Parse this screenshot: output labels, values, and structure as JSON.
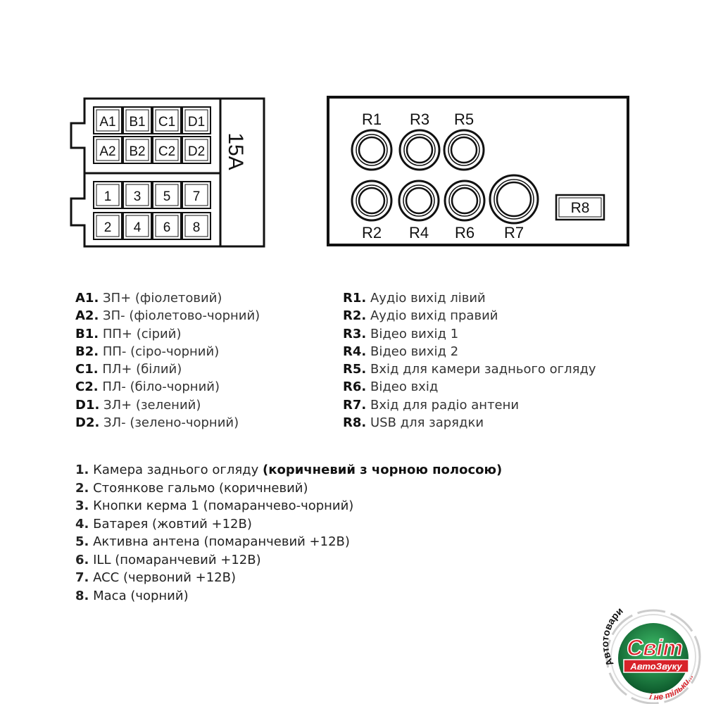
{
  "iso_connector": {
    "fuse_label": "15A",
    "top_pins": [
      "A1",
      "B1",
      "C1",
      "D1",
      "A2",
      "B2",
      "C2",
      "D2"
    ],
    "bottom_pins": [
      "1",
      "3",
      "5",
      "7",
      "2",
      "4",
      "6",
      "8"
    ]
  },
  "rca_panel": {
    "top_labels": [
      "R1",
      "R3",
      "R5"
    ],
    "bottom_labels": [
      "R2",
      "R4",
      "R6",
      "R7"
    ],
    "usb_label": "R8"
  },
  "legend_left": [
    {
      "code": "A1.",
      "text": "ЗП+ (фіолетовий)"
    },
    {
      "code": "A2.",
      "text": "ЗП- (фіолетово-чорний)"
    },
    {
      "code": "B1.",
      "text": "ПП+ (сірий)"
    },
    {
      "code": "B2.",
      "text": "ПП- (сіро-чорний)"
    },
    {
      "code": "C1.",
      "text": "ПЛ+ (білий)"
    },
    {
      "code": "C2.",
      "text": "ПЛ- (біло-чорний)"
    },
    {
      "code": "D1.",
      "text": "ЗЛ+ (зелений)"
    },
    {
      "code": "D2.",
      "text": "ЗЛ- (зелено-чорний)"
    }
  ],
  "legend_right": [
    {
      "code": "R1.",
      "text": "Аудіо вихід лівий"
    },
    {
      "code": "R2.",
      "text": "Аудіо вихід правий"
    },
    {
      "code": "R3.",
      "text": "Відео вихід 1"
    },
    {
      "code": "R4.",
      "text": "Відео вихід 2"
    },
    {
      "code": "R5.",
      "text": "Вхід для камери заднього огляду"
    },
    {
      "code": "R6.",
      "text": "Відео вхід"
    },
    {
      "code": "R7.",
      "text": "Вхід для радіо антени"
    },
    {
      "code": "R8.",
      "text": "USB для зарядки"
    }
  ],
  "legend_bottom": [
    {
      "code": "1.",
      "text": "Камера заднього огляду",
      "extra": "(коричневий з чорною полосою)"
    },
    {
      "code": "2.",
      "text": "Стоянкове гальмо (коричневий)"
    },
    {
      "code": "3.",
      "text": "Кнопки керма 1 (помаранчево-чорний)"
    },
    {
      "code": "4.",
      "text": "Батарея (жовтий +12В)"
    },
    {
      "code": "5.",
      "text": "Активна антена (помаранчевий +12В)"
    },
    {
      "code": "6.",
      "text": "ILL (помаранчевий +12В)"
    },
    {
      "code": "7.",
      "text": "ACC (червоний +12В)"
    },
    {
      "code": "8.",
      "text": "Маса (чорний)"
    }
  ],
  "logo": {
    "top": "Автотовари",
    "main": "Світ",
    "sub": "АвтоЗвуку",
    "bottom": "і не тільки..."
  },
  "colors": {
    "logo_green": "#1f8a4a",
    "logo_red": "#d8232a"
  }
}
